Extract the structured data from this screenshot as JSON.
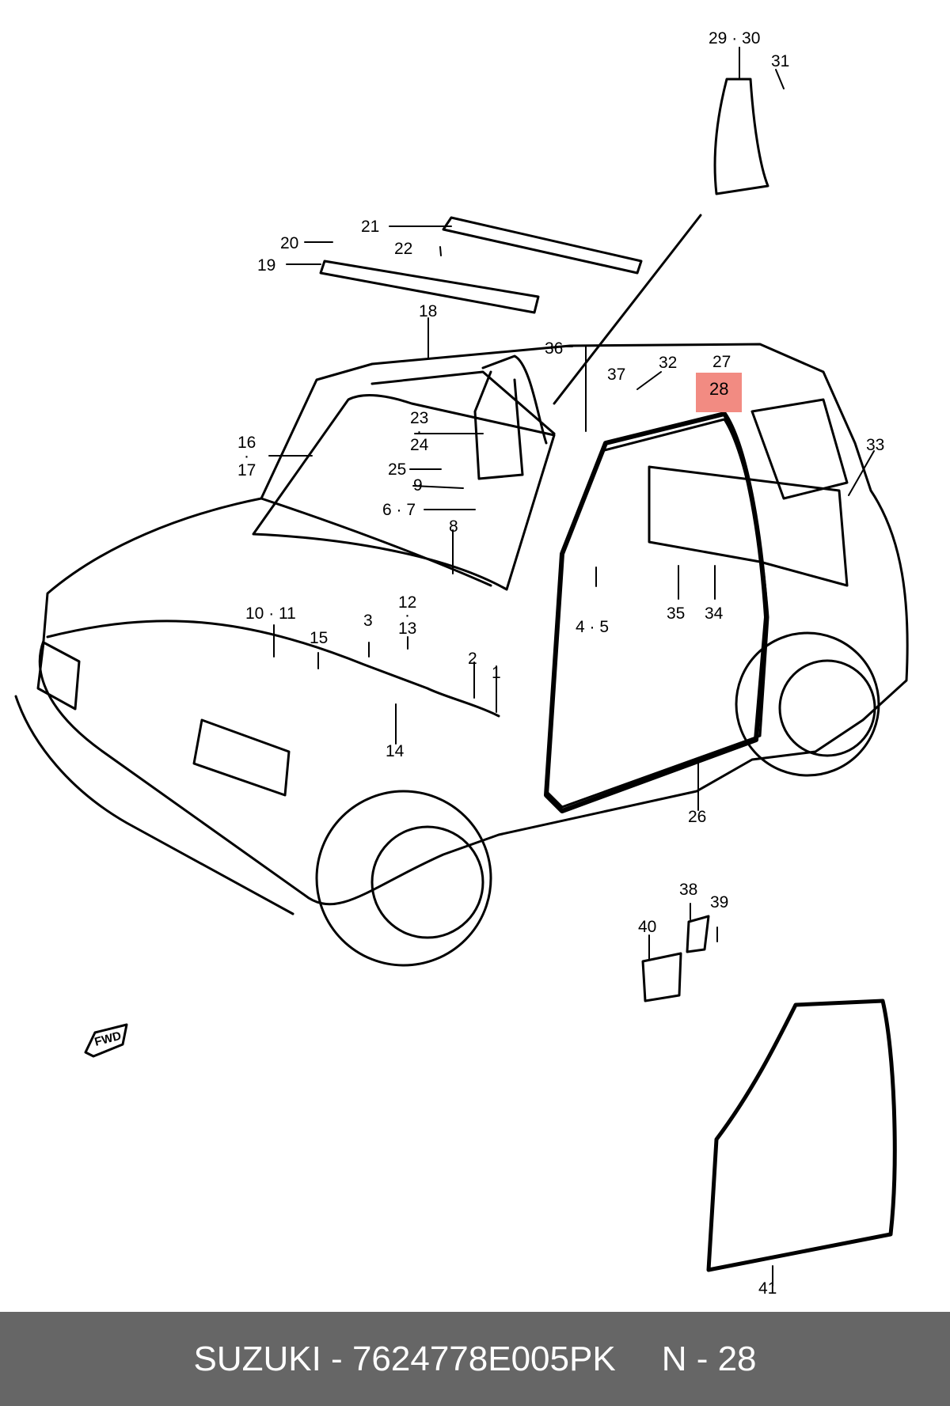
{
  "footer": {
    "brand": "SUZUKI",
    "dash": " - ",
    "part_number": "7624778E005PK",
    "diagram_ref": "N - 28"
  },
  "highlight": {
    "label": "28",
    "color": "#f28b82"
  },
  "fwd_label": "FWD",
  "labels": {
    "l29_30": "29 · 30",
    "l31": "31",
    "l21": "21",
    "l20": "20",
    "l22": "22",
    "l19": "19",
    "l18": "18",
    "l36": "36",
    "l37": "37",
    "l32": "32",
    "l27": "27",
    "l28": "28",
    "l33": "33",
    "l16": "16",
    "l16dot": "·",
    "l17": "17",
    "l23": "23",
    "l23dot": "·",
    "l24": "24",
    "l25": "25",
    "l9": "9",
    "l6_7": "6 · 7",
    "l8": "8",
    "l10_11": "10 · 11",
    "l15": "15",
    "l3": "3",
    "l12": "12",
    "l12dot": "·",
    "l13": "13",
    "l2": "2",
    "l1": "1",
    "l4_5": "4 · 5",
    "l35": "35",
    "l34": "34",
    "l14": "14",
    "l26": "26",
    "l38": "38",
    "l39": "39",
    "l40": "40",
    "l41": "41"
  },
  "colors": {
    "footer_bg": "#666666",
    "footer_text": "#ffffff",
    "line": "#000000"
  }
}
